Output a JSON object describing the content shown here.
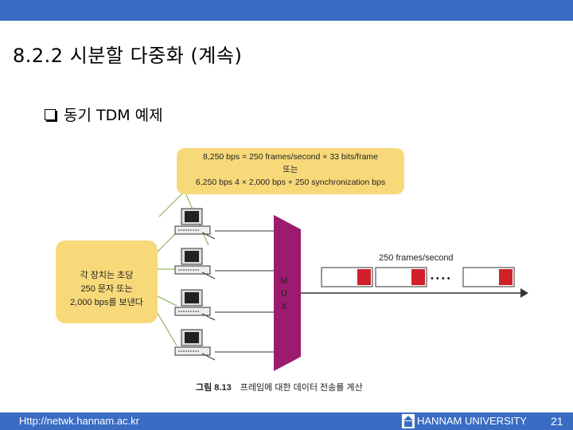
{
  "title": "8.2.2 시분할 다중화 (계속)",
  "bullet": "동기 TDM 예제",
  "figure": {
    "formula_line1": "8,250 bps = 250 frames/second × 33 bits/frame",
    "formula_line2": "또는",
    "formula_line3": "6,250 bps 4 × 2,000 bps + 250 synchronization bps",
    "note_line1": "각 장치는 초당",
    "note_line2": "250 문자 또는",
    "note_line3": "2,000 bps를 보낸다",
    "mux_letters": [
      "M",
      "U",
      "X"
    ],
    "stream_label": "250 frames/second",
    "dots": "• • • •",
    "caption_number": "그림 8.13",
    "caption_text": "프레임에 대한 데이터 전송률 계산",
    "colors": {
      "formula_fill": "#f8d97a",
      "mux_fill": "#9b1b6e",
      "frame_fill": "#d0202a",
      "header": "#3a6cc4"
    }
  },
  "footer": {
    "url": "Http://netwk.hannam.ac.kr",
    "university": "HANNAM UNIVERSITY",
    "page": "21"
  }
}
